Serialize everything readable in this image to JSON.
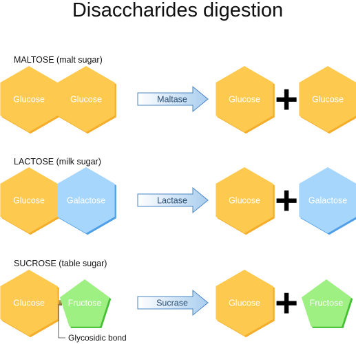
{
  "title": "Disaccharides digestion",
  "colors": {
    "glucose_fill": "#fdc94f",
    "glucose_shade": "#f4ad2b",
    "galactose_fill": "#a6d6fb",
    "galactose_shade": "#4f9fe8",
    "fructose_fill": "#9ef082",
    "fructose_shade": "#44c034",
    "arrow_light": "#ffffff",
    "arrow_dark": "#a9cdee",
    "arrow_stroke": "#4a84c4",
    "bond": "#a08d4a"
  },
  "rows": [
    {
      "id": "maltose",
      "label": "MALTOSE (malt sugar)",
      "left": {
        "kind": "glucose",
        "label": "Glucose",
        "icon": "hexagon-icon"
      },
      "right": {
        "kind": "glucose",
        "label": "Glucose",
        "icon": "hexagon-icon"
      },
      "enzyme": "Maltase",
      "product_a": {
        "kind": "glucose",
        "label": "Glucose",
        "icon": "hexagon-icon"
      },
      "product_b": {
        "kind": "glucose",
        "label": "Glucose",
        "icon": "hexagon-icon"
      },
      "plus": "+"
    },
    {
      "id": "lactose",
      "label": "LACTOSE (milk sugar)",
      "left": {
        "kind": "glucose",
        "label": "Glucose",
        "icon": "hexagon-icon"
      },
      "right": {
        "kind": "galactose",
        "label": "Galactose",
        "icon": "hexagon-icon"
      },
      "enzyme": "Lactase",
      "product_a": {
        "kind": "glucose",
        "label": "Glucose",
        "icon": "hexagon-icon"
      },
      "product_b": {
        "kind": "galactose",
        "label": "Galactose",
        "icon": "hexagon-icon"
      },
      "plus": "+"
    },
    {
      "id": "sucrose",
      "label": "SUCROSE (table sugar)",
      "left": {
        "kind": "glucose",
        "label": "Glucose",
        "icon": "hexagon-icon"
      },
      "right": {
        "kind": "fructose",
        "label": "Fructose",
        "icon": "pentagon-icon"
      },
      "enzyme": "Sucrase",
      "product_a": {
        "kind": "glucose",
        "label": "Glucose",
        "icon": "hexagon-icon"
      },
      "product_b": {
        "kind": "fructose",
        "label": "Fructose",
        "icon": "pentagon-icon"
      },
      "plus": "+"
    }
  ],
  "callout": {
    "label": "Glycosidic bond"
  }
}
